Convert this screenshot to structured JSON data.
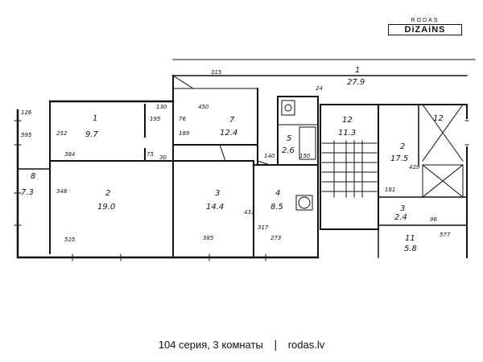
{
  "logo": {
    "small": "RODAS",
    "big": "DiZAiNS"
  },
  "caption": {
    "series": "104 серия, 3 комнаты",
    "separator": "|",
    "site": "rodas.lv"
  },
  "rooms": [
    {
      "id": "1",
      "area": "9.7"
    },
    {
      "id": "2",
      "area": "19.0"
    },
    {
      "id": "3",
      "area": "14.4"
    },
    {
      "id": "4",
      "area": "8.5"
    },
    {
      "id": "5",
      "area": "2.6"
    },
    {
      "id": "7",
      "area": "12.4"
    },
    {
      "id": "8",
      "area": "7.3"
    },
    {
      "id": "12",
      "area": "11.3"
    },
    {
      "id": "1",
      "area": "27.9"
    },
    {
      "id": "2",
      "area": "17.5"
    },
    {
      "id": "3",
      "area": "2.4"
    },
    {
      "id": "11",
      "area": "5.8"
    },
    {
      "id": "12",
      "area": ""
    }
  ],
  "dimensions": {
    "d315": "315",
    "d450": "450",
    "d130": "130",
    "d195": "195",
    "d126": "126",
    "d595": "595",
    "d252": "252",
    "d384": "384",
    "d348": "348",
    "d525": "525",
    "d75": "75",
    "d30": "30",
    "d189": "189",
    "d140": "140",
    "d76": "76",
    "d385": "385",
    "d431": "431",
    "d317": "317",
    "d273": "273",
    "d150": "150",
    "d24": "24",
    "d429": "429",
    "d181": "181",
    "d577": "577",
    "d96": "96"
  }
}
